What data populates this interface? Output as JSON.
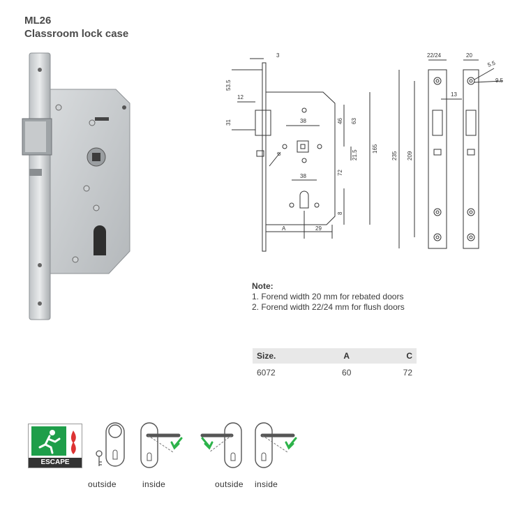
{
  "product": {
    "code": "ML26",
    "name": "Classroom lock case"
  },
  "drawing": {
    "dims": {
      "d3": "3",
      "d53_5": "53.5",
      "d12": "12",
      "d31": "31",
      "d38a": "38",
      "d46": "46",
      "d63": "63",
      "d165": "165",
      "d8a": "8",
      "d21_5": "21.5",
      "d72": "72",
      "d38b": "38",
      "d8b": "8",
      "dA": "A",
      "d29": "29",
      "d22_24": "22/24",
      "d20": "20",
      "d5_5": "5.5",
      "d9_5": "9.5",
      "d13": "13",
      "d235": "235",
      "d209": "209"
    }
  },
  "note": {
    "heading": "Note:",
    "lines": [
      "1. Forend width 20 mm for rebated doors",
      "2. Forend width 22/24 mm for flush doors"
    ]
  },
  "size_table": {
    "headers": [
      "Size.",
      "A",
      "C"
    ],
    "rows": [
      [
        "6072",
        "60",
        "72"
      ]
    ]
  },
  "icons": {
    "escape_label": "ESCAPE",
    "captions": [
      "outside",
      "inside",
      "outside",
      "inside"
    ],
    "escape_color": "#1e9e4a",
    "arrow_color": "#2db34a"
  }
}
